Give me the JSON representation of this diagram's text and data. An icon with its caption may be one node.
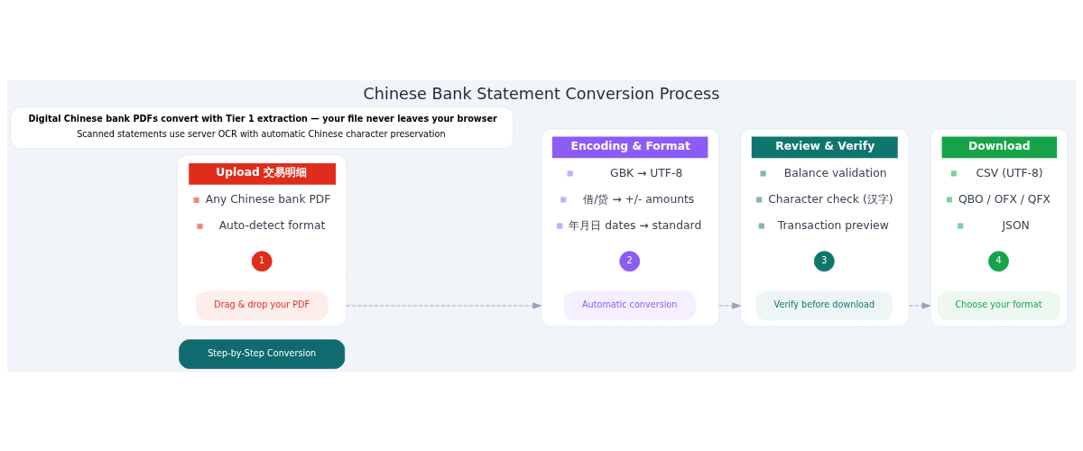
{
  "diagram": {
    "title": "Chinese Bank Statement Conversion Process",
    "nodes": [
      {
        "text": [
          "Step-by-Step Conversion"
        ]
      },
      {
        "text": [
          "Upload 交易明细",
          "Any Chinese bank PDF",
          "Auto-detect format"
        ]
      },
      {
        "text": [
          "1"
        ],
        "in": 1
      },
      {
        "text": [
          "Drag & drop your PDF"
        ],
        "in": 1
      },
      {
        "text": [
          "Encoding & Format",
          "GBK → UTF-8",
          "借/贷 → +/- amounts",
          "年月日 dates → standard"
        ]
      },
      {
        "text": [
          "2"
        ],
        "in": 4
      },
      {
        "text": [
          "Automatic conversion"
        ],
        "in": 4
      },
      {
        "text": [
          "Review & Verify",
          "Balance validation",
          "Character check (汉字)",
          "Transaction preview"
        ]
      },
      {
        "text": [
          "3"
        ],
        "in": 7
      },
      {
        "text": [
          "Verify before download"
        ],
        "in": 7
      },
      {
        "text": [
          "Download",
          "CSV (UTF-8)",
          "QBO / OFX / QFX",
          "JSON"
        ]
      },
      {
        "text": [
          "4"
        ],
        "in": 10
      },
      {
        "text": [
          "Choose your format"
        ],
        "in": 10
      },
      {
        "text": [
          "Digital Chinese bank PDFs convert with Tier 1 extraction — your file never leaves your browser",
          "Scanned statements use server OCR with automatic Chinese character preservation"
        ]
      }
    ],
    "edges": [
      {
        "from": 1,
        "to": 4,
        "arrow": "to",
        "style": "dashed"
      },
      {
        "from": 4,
        "to": 7,
        "arrow": "to",
        "style": "dashed"
      },
      {
        "from": 7,
        "to": 10,
        "arrow": "to",
        "style": "dashed"
      }
    ]
  }
}
